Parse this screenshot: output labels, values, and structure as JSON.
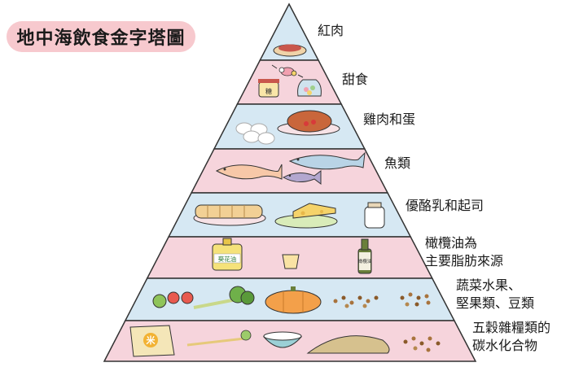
{
  "title": "地中海飲食金字塔圖",
  "colors": {
    "blue": "#d6e8f3",
    "pink": "#f6d4dc",
    "outline": "#333333",
    "badge": "#f7c9ce"
  },
  "tiers": [
    {
      "id": "red-meat",
      "lines": [
        "紅肉"
      ],
      "fill": "blue"
    },
    {
      "id": "sweets",
      "lines": [
        "甜食"
      ],
      "fill": "pink"
    },
    {
      "id": "poultry-eggs",
      "lines": [
        "雞肉和蛋"
      ],
      "fill": "blue"
    },
    {
      "id": "fish",
      "lines": [
        "魚類"
      ],
      "fill": "pink"
    },
    {
      "id": "dairy",
      "lines": [
        "優酪乳和起司"
      ],
      "fill": "blue"
    },
    {
      "id": "olive-oil",
      "lines": [
        "橄欖油為",
        "主要脂肪來源"
      ],
      "fill": "pink"
    },
    {
      "id": "vegetables",
      "lines": [
        "蔬菜水果、",
        "堅果類、豆類"
      ],
      "fill": "blue"
    },
    {
      "id": "grains",
      "lines": [
        "五穀雜糧類的",
        "碳水化合物"
      ],
      "fill": "pink"
    }
  ],
  "illustrations": {
    "rice_bag": "米",
    "candy_jar": "糖",
    "sunflower_oil": "葵花油",
    "olive_oil_bottle": "橄欖油"
  }
}
